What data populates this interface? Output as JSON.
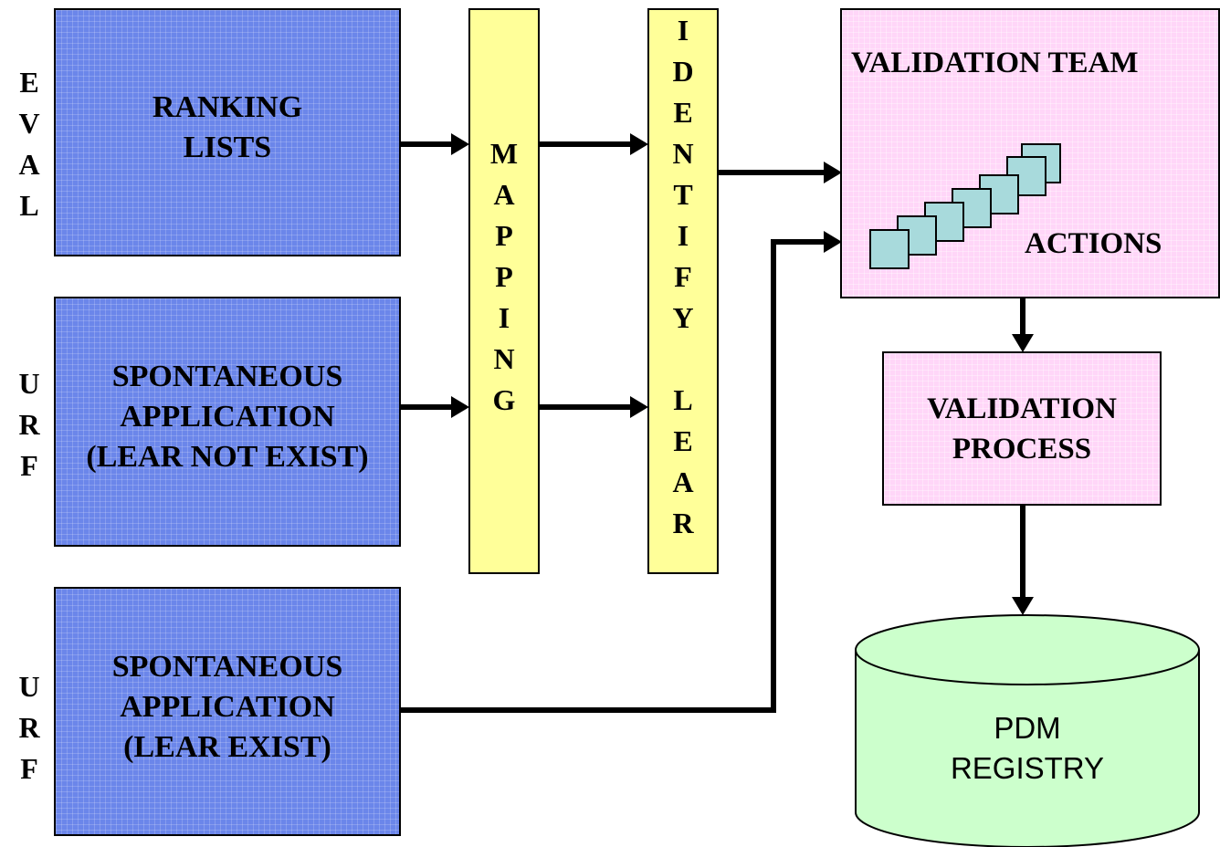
{
  "side_labels": {
    "eval": [
      "E",
      "V",
      "A",
      "L"
    ],
    "urf_1": [
      "U",
      "R",
      "F"
    ],
    "urf_2": [
      "U",
      "R",
      "F"
    ]
  },
  "sources": {
    "ranking_lists": "RANKING\nLISTS",
    "spontaneous_not_exist": "SPONTANEOUS\nAPPLICATION\n(LEAR NOT EXIST)",
    "spontaneous_exist": "SPONTANEOUS\nAPPLICATION\n(LEAR EXIST)"
  },
  "mapping_letters": [
    "M",
    "A",
    "P",
    "P",
    "I",
    "N",
    "G"
  ],
  "identify_lear_letters": [
    "I",
    "D",
    "E",
    "N",
    "T",
    "I",
    "F",
    "Y",
    "",
    "L",
    "E",
    "A",
    "R"
  ],
  "validation_team": {
    "title": "VALIDATION TEAM",
    "actions_label": "ACTIONS"
  },
  "validation_process": "VALIDATION\nPROCESS",
  "pdm_registry": "PDM\nREGISTRY",
  "colors": {
    "source_box": "#6b86ea",
    "bar": "#ffff99",
    "team_box": "#ffd6f8",
    "action_square": "#a8dadc",
    "database": "#ccffcc"
  }
}
